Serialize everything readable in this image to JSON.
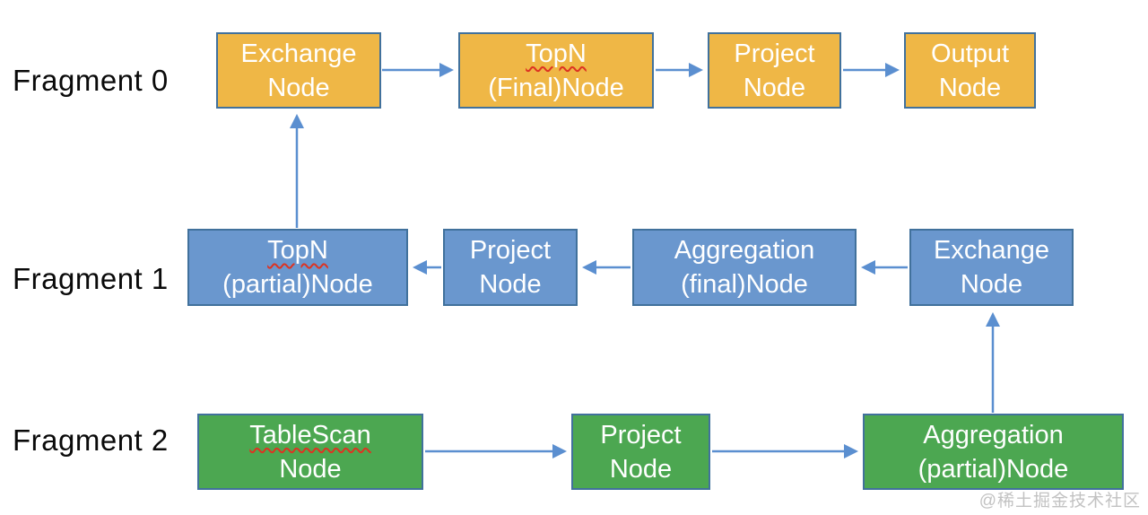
{
  "watermark": "@稀土掘金技术社区",
  "colors": {
    "fragment0_fill": "#EFB746",
    "fragment1_fill": "#6A97CE",
    "fragment2_fill": "#4CA751",
    "node_border": "#41719C",
    "arrow": "#5B8FD0",
    "squiggle": "#DD3322",
    "label_text": "#0a0a0a",
    "node_text": "#ffffff",
    "watermark_text": "#c2c2c2"
  },
  "rows": [
    {
      "label": "Fragment 0",
      "nodes": [
        {
          "line1": "Exchange",
          "line2": "Node"
        },
        {
          "line1": "TopN",
          "line2": "(Final)Node",
          "misspelled": true
        },
        {
          "line1": "Project",
          "line2": "Node"
        },
        {
          "line1": "Output",
          "line2": "Node"
        }
      ]
    },
    {
      "label": "Fragment 1",
      "nodes": [
        {
          "line1": "TopN",
          "line2": "(partial)Node",
          "misspelled": true
        },
        {
          "line1": "Project",
          "line2": "Node"
        },
        {
          "line1": "Aggregation",
          "line2": "(final)Node"
        },
        {
          "line1": "Exchange",
          "line2": "Node"
        }
      ]
    },
    {
      "label": "Fragment 2",
      "nodes": [
        {
          "line1": "TableScan",
          "line2": "Node",
          "misspelled": true
        },
        {
          "line1": "Project",
          "line2": "Node"
        },
        {
          "line1": "Aggregation",
          "line2": "(partial)Node"
        }
      ]
    }
  ],
  "edges": [
    {
      "from": "f0-exchange-node",
      "to": "f0-topn-final-node",
      "direction": "right"
    },
    {
      "from": "f0-topn-final-node",
      "to": "f0-project-node",
      "direction": "right"
    },
    {
      "from": "f0-project-node",
      "to": "f0-output-node",
      "direction": "right"
    },
    {
      "from": "f1-project-node",
      "to": "f1-topn-partial-node",
      "direction": "left"
    },
    {
      "from": "f1-aggregation-final-node",
      "to": "f1-project-node",
      "direction": "left"
    },
    {
      "from": "f1-exchange-node",
      "to": "f1-aggregation-final-node",
      "direction": "left"
    },
    {
      "from": "f2-tablescan-node",
      "to": "f2-project-node",
      "direction": "right"
    },
    {
      "from": "f2-project-node",
      "to": "f2-aggregation-partial-node",
      "direction": "right"
    },
    {
      "from": "f1-topn-partial-node",
      "to": "f0-exchange-node",
      "direction": "up"
    },
    {
      "from": "f2-aggregation-partial-node",
      "to": "f1-exchange-node",
      "direction": "up"
    }
  ]
}
